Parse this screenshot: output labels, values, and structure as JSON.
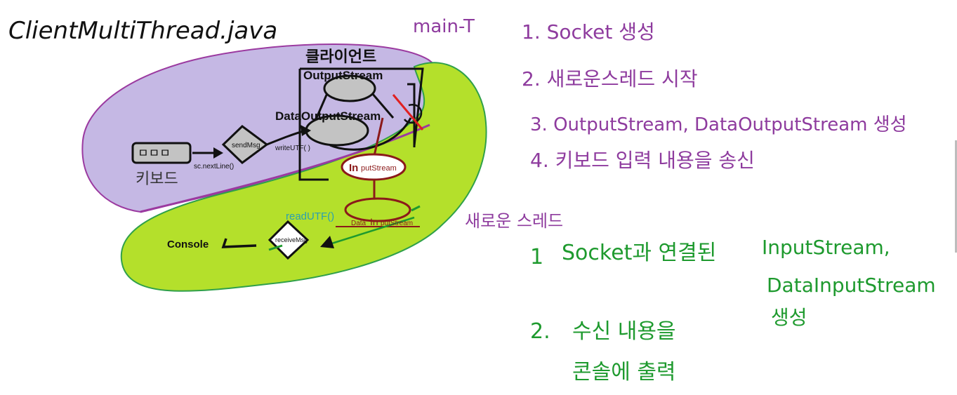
{
  "title": "ClientMultiThread.java",
  "thread_labels": {
    "main": "main-T",
    "new_thread": "새로운 스레드"
  },
  "client_box": {
    "title": "클라이언트",
    "output_stream": "OutputStream",
    "data_output_stream": "DataOutputStream",
    "input_stream_prefix": "In",
    "input_stream_rest": "putStream",
    "data_input_prefix": "Data",
    "data_input_in": "In",
    "data_input_rest": "putStream"
  },
  "flow": {
    "keyboard_keys": "ㅁㅁㅁ",
    "keyboard_label": "키보드",
    "next_line": "sc.nextLine()",
    "send_msg": "sendMsg",
    "write_utf": "writeUTF( )",
    "read_utf": "readUTF()",
    "receive_msg": "receiveMsg",
    "console": "Console"
  },
  "main_steps": [
    "1. Socket 생성",
    "2. 새로운스레드 시작",
    "3. OutputStream, DataOutputStream 생성",
    "4. 키보드 입력 내용을 송신"
  ],
  "new_thread_steps": {
    "step1_number": "1",
    "step1_text": "Socket과 연결된",
    "step1_streams_a": "InputStream,",
    "step1_streams_b": "DataInputStream",
    "step1_suffix": "생성",
    "step2_number": "2.",
    "step2_line1": "수신 내용을",
    "step2_line2": "콘솔에 출력"
  },
  "colors": {
    "main_region": "#c5b8e4",
    "main_region_stroke": "#9b3aa0",
    "thread_region": "#b4e02b",
    "thread_region_stroke": "#2fa04a",
    "stream_fill": "#c3c3c3",
    "input_stream_stroke": "#8b1a1a",
    "purple_text": "#8e3b9e",
    "green_text": "#1e9a2e",
    "cross": "#e02020"
  }
}
